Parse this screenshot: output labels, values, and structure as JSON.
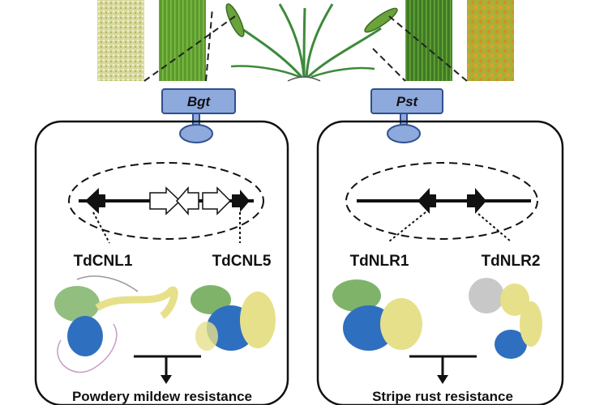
{
  "left_panel": {
    "pathogen": "Bgt",
    "gene_left": "TdCNL1",
    "gene_right": "TdCNL5",
    "outcome": "Powdery mildew resistance"
  },
  "right_panel": {
    "pathogen": "Pst",
    "gene_left": "TdNLR1",
    "gene_right": "TdNLR2",
    "outcome": "Stripe rust resistance"
  },
  "colors": {
    "receptor_fill": "#8ea9db",
    "receptor_stroke": "#2f4f8f",
    "healthy_leaf": "#5c9a2e",
    "mildew_leaf": "#c9cf8e",
    "rust_leaf": "#b8b83a",
    "rust_pustule": "#e08a1c",
    "protein_green": "#7fb36a",
    "protein_blue": "#2f6fbf",
    "protein_yellow": "#e6e08a",
    "protein_grey": "#c8c8c8"
  },
  "icons": {
    "plant": "wheat-plant-icon",
    "receptor": "receptor-icon",
    "inhibit": "inhibition-arrow-icon"
  }
}
